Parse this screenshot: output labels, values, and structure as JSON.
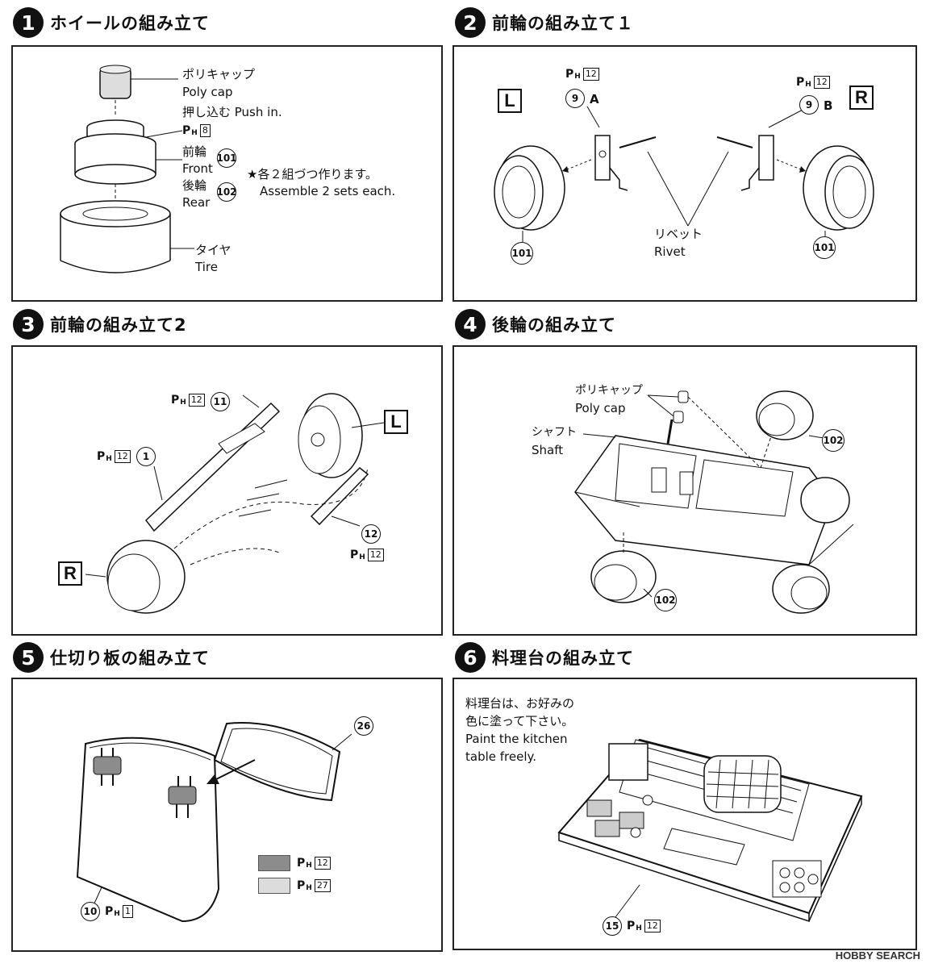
{
  "steps": [
    {
      "num": "1",
      "title": "ホイールの組み立て",
      "labels": {
        "polycap_jp": "ポリキャップ",
        "polycap_en": "Poly cap",
        "push_in": "押し込む Push in.",
        "front_jp": "前輪",
        "front_en": "Front",
        "front_part": "101",
        "rear_jp": "後輪",
        "rear_en": "Rear",
        "rear_part": "102",
        "note_jp": "★各２組づつ作ります。",
        "note_en": "Assemble 2 sets each.",
        "tire_jp": "タイヤ",
        "tire_en": "Tire",
        "paint_num": "8"
      }
    },
    {
      "num": "2",
      "title": "前輪の組み立て１",
      "labels": {
        "left": "L",
        "right": "R",
        "part_a": "9",
        "part_a_suffix": "A",
        "part_b": "9",
        "part_b_suffix": "B",
        "paint_a": "12",
        "paint_b": "12",
        "rivet_jp": "リベット",
        "rivet_en": "Rivet",
        "wheel_left": "101",
        "wheel_right": "101"
      }
    },
    {
      "num": "3",
      "title": "前輪の組み立て2",
      "labels": {
        "left": "L",
        "right": "R",
        "part_11": "11",
        "paint_11": "12",
        "part_1": "1",
        "paint_1": "12",
        "part_12": "12",
        "paint_12": "12"
      }
    },
    {
      "num": "4",
      "title": "後輪の組み立て",
      "labels": {
        "polycap_jp": "ポリキャップ",
        "polycap_en": "Poly cap",
        "shaft_jp": "シャフト",
        "shaft_en": "Shaft",
        "wheel_a": "102",
        "wheel_b": "102"
      }
    },
    {
      "num": "5",
      "title": "仕切り板の組み立て",
      "labels": {
        "part_26": "26",
        "part_10": "10",
        "paint_10": "1",
        "swatch_a": "12",
        "swatch_b": "27"
      }
    },
    {
      "num": "6",
      "title": "料理台の組み立て",
      "labels": {
        "note_jp1": "料理台は、お好みの",
        "note_jp2": "色に塗って下さい。",
        "note_en1": "Paint the kitchen",
        "note_en2": "table freely.",
        "part_15": "15",
        "paint_15": "12"
      }
    }
  ],
  "paint": {
    "prefix": "P",
    "sub": "H"
  },
  "colors": {
    "swatch_a": "#8c8c8c",
    "swatch_b": "#dcdcdc"
  },
  "watermark": "HOBBY SEARCH"
}
